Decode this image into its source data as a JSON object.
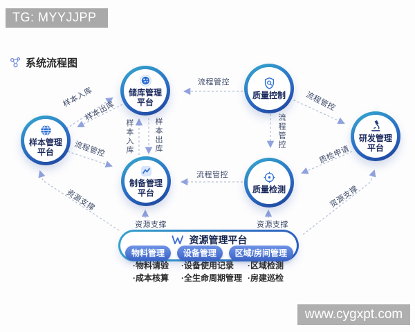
{
  "badge": {
    "text": "TG: MYYJJPP"
  },
  "header": {
    "title": "系统流程图"
  },
  "nodes": {
    "storage": {
      "line1": "储库管理",
      "line2": "平台"
    },
    "quality_control": {
      "line1": "质量控制",
      "line2": ""
    },
    "sample": {
      "line1": "样本管理",
      "line2": "平台"
    },
    "rd": {
      "line1": "研发管理",
      "line2": "平台"
    },
    "preparation": {
      "line1": "制备管理",
      "line2": "平台"
    },
    "quality_test": {
      "line1": "质量检测",
      "line2": ""
    }
  },
  "edges": {
    "sample_to_storage": "样本入库",
    "storage_to_sample": "样本出库",
    "qc_to_storage": "流程管控",
    "qc_to_rd": "流程管控",
    "qc_to_qt": "流程管控",
    "prep_to_storage": "样本入库",
    "storage_to_prep": "样本出库",
    "sample_to_prep": "流程管控",
    "qt_to_prep": "流程管控",
    "rd_to_qt": "质检申请",
    "res_to_sample": "资源支撑",
    "res_to_prep": "资源支撑",
    "res_to_qt": "资源支撑",
    "res_to_rd": "资源支撑"
  },
  "resource": {
    "title": "资源管理平台",
    "groups": [
      {
        "label": "物料管理",
        "items": [
          "·物料请验",
          "·成本核算"
        ]
      },
      {
        "label": "设备管理",
        "items": [
          "·设备使用记录",
          "·全生命周期管理"
        ]
      },
      {
        "label": "区域/房间管理",
        "items": [
          "·区域检测",
          "·房建巡检"
        ]
      }
    ]
  },
  "watermark": {
    "text": "www.cygxpt.com"
  },
  "colors": {
    "ring_teal": "#35a6cd",
    "ring_blue": "#1e3f97",
    "icon_blue": "#2e6fd4",
    "dash": "#b9c1d6",
    "arrow": "#90a2dd",
    "badge_gray": "#a9a9a9",
    "pill_blue": "#3a62c6"
  }
}
